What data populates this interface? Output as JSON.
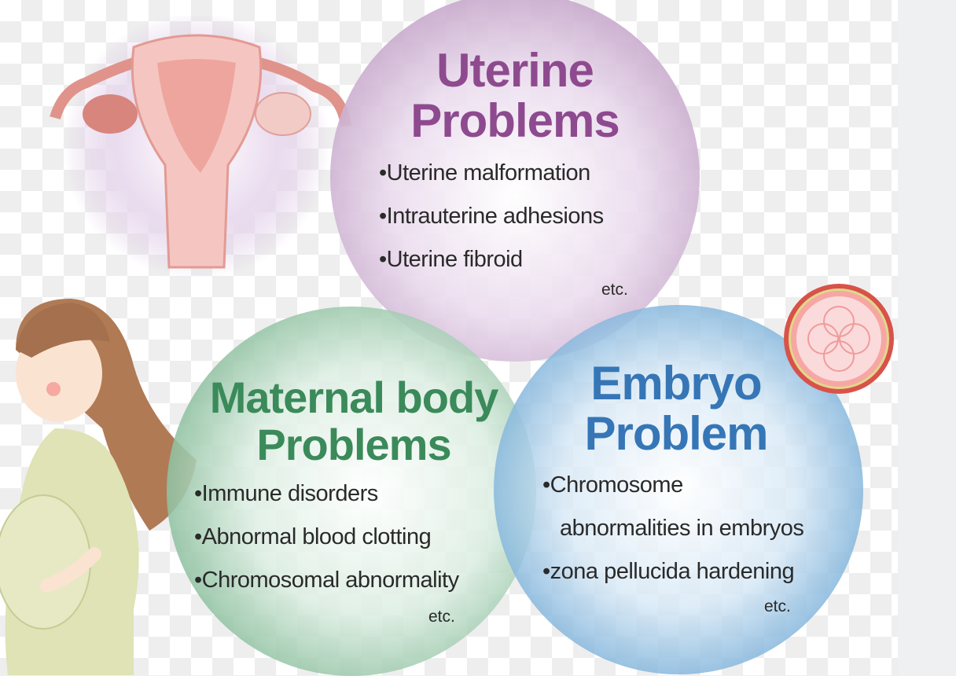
{
  "uterine": {
    "title_line1": "Uterine",
    "title_line2": "Problems",
    "items": [
      "•Uterine malformation",
      "•Intrauterine adhesions",
      "•Uterine fibroid"
    ],
    "etc": "etc.",
    "color": "#8e4a8f"
  },
  "maternal": {
    "title_line1": "Maternal body",
    "title_line2": "Problems",
    "items": [
      "•Immune disorders",
      "•Abnormal blood clotting",
      "•Chromosomal abnormality"
    ],
    "etc": "etc.",
    "color": "#3b8a5a"
  },
  "embryo": {
    "title_line1": "Embryo",
    "title_line2": "Problem",
    "items": [
      "•Chromosome",
      "abnormalities in embryos",
      "•zona pellucida hardening"
    ],
    "etc": "etc.",
    "color": "#3676b6"
  },
  "icons": [
    "uterus-illustration",
    "pregnant-woman-illustration",
    "embryo-cell-illustration"
  ]
}
